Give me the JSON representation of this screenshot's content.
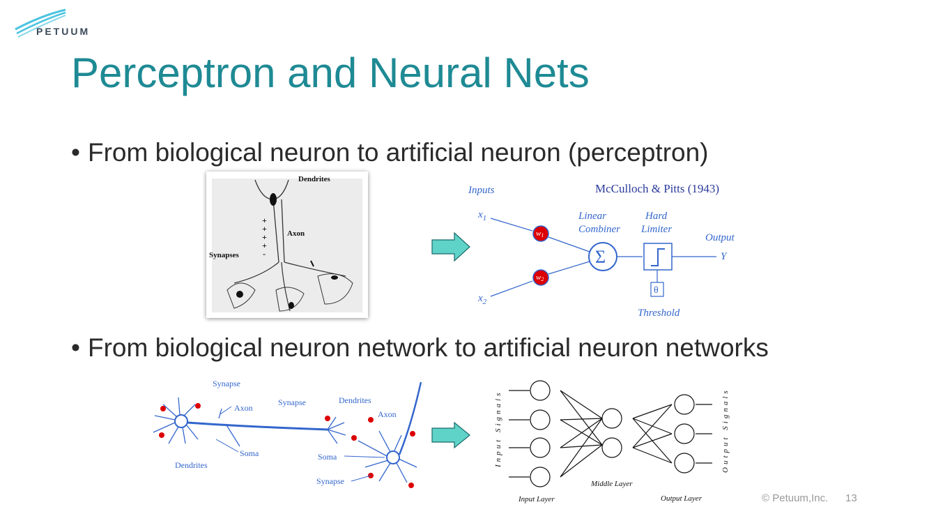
{
  "brand": {
    "logo_text": "PETUUM"
  },
  "slide": {
    "title": "Perceptron and Neural Nets",
    "bullets": [
      "From biological neuron to artificial neuron (perceptron)",
      "From biological neuron network to artificial neuron networks"
    ]
  },
  "neuron_photo": {
    "dendrites": "Dendrites",
    "axon": "Axon",
    "synapses": "Synapses",
    "plus_signs": "+ + + + -"
  },
  "perceptron": {
    "inputs": "Inputs",
    "credit": "McCulloch & Pitts (1943)",
    "x1": "x",
    "x1_sub": "1",
    "x2": "x",
    "x2_sub": "2",
    "w1": "w",
    "w1_sub": "1",
    "w2": "w",
    "w2_sub": "2",
    "linear": "Linear",
    "combiner": "Combiner",
    "sigma": "Σ",
    "hard": "Hard",
    "limiter": "Limiter",
    "output": "Output",
    "y": "Y",
    "theta": "θ",
    "threshold": "Threshold"
  },
  "bio_network": {
    "synapse": "Synapse",
    "axon": "Axon",
    "soma": "Soma",
    "dendrites": "Dendrites"
  },
  "ann": {
    "input_signals": "Input Signals",
    "output_signals": "Output Signals",
    "input_layer": "Input Layer",
    "middle_layer": "Middle Layer",
    "output_layer": "Output Layer"
  },
  "footer": {
    "copyright": "© Petuum,Inc.",
    "page": "13"
  },
  "colors": {
    "title": "#1e8a94",
    "diagram_blue": "#3366cc",
    "arrow": "#5fd3c8",
    "node_red": "#dd0000"
  }
}
